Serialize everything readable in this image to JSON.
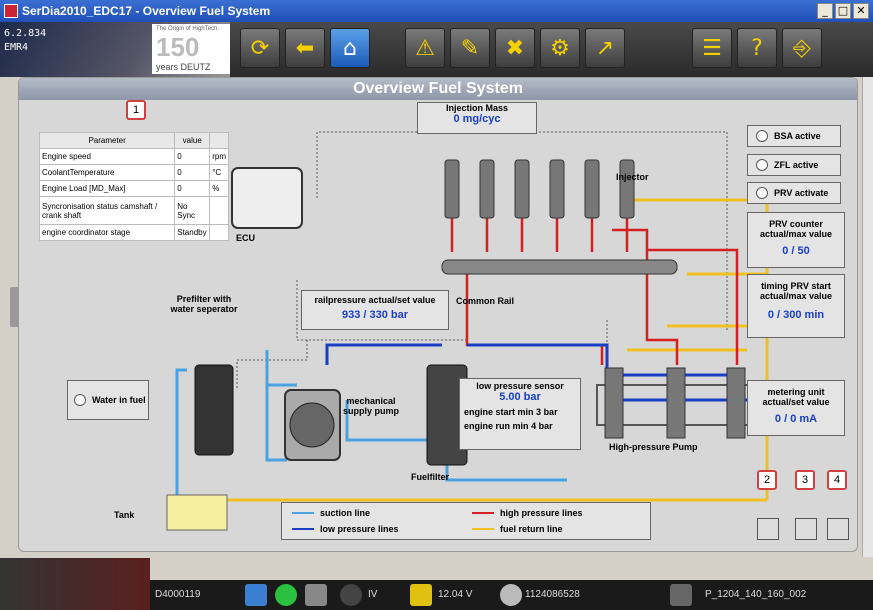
{
  "window": {
    "title": "SerDia2010_EDC17 - Overview Fuel System",
    "btn_min": "_",
    "btn_max": "□",
    "btn_close": "✕"
  },
  "brand": {
    "version": "6.2.834",
    "mode": "EMR4",
    "tagline": "The Origin of HighTech.",
    "anniversary": "150",
    "anniversary_sub": "years DEUTZ"
  },
  "toolbar": {
    "icons": [
      "refresh-icon",
      "back-arrow-icon",
      "home-icon",
      "warning-icon",
      "document-icon",
      "tools-icon",
      "engine-icon",
      "chart-icon",
      "settings-sliders-icon",
      "help-icon",
      "exit-door-icon"
    ],
    "glyphs": [
      "⟳",
      "⬅",
      "⌂",
      "⚠",
      "✎",
      "✖",
      "⚙",
      "↗",
      "☰",
      "?",
      "⎆"
    ]
  },
  "panel": {
    "title": "Overview Fuel System"
  },
  "callouts": [
    "1",
    "2",
    "3",
    "4"
  ],
  "param_table": {
    "headers": [
      "Parameter",
      "value",
      ""
    ],
    "rows": [
      [
        "Engine speed",
        "0",
        "rpm"
      ],
      [
        "CoolantTemperature",
        "0",
        "°C"
      ],
      [
        "Engine Load [MD_Max]",
        "0",
        "%"
      ],
      [
        "Syncronisation status camshaft / crank shaft",
        "No Sync",
        ""
      ],
      [
        "engine coordinator stage",
        "Standby",
        ""
      ]
    ]
  },
  "injection": {
    "label": "Injection Mass",
    "value": "0 mg/cyc"
  },
  "labels": {
    "ecu": "ECU",
    "injector": "Injector",
    "common_rail": "Common Rail",
    "prefilter": "Prefilter with water seperator",
    "water_in_fuel": "Water in fuel",
    "mech_pump": "mechanical supply pump",
    "fuelfilter": "Fuelfilter",
    "hp_pump": "High-pressure Pump",
    "tank": "Tank"
  },
  "railpressure": {
    "label": "railpressure actual/set value",
    "value": "933 / 330 bar"
  },
  "lp_sensor": {
    "label": "low pressure sensor",
    "value": "5.00 bar",
    "start_label": "engine start min",
    "start_val": "3",
    "start_unit": "bar",
    "run_label": "engine run",
    "run_min": "min",
    "run_val": "4",
    "run_unit": "bar"
  },
  "status": {
    "bsa": "BSA active",
    "zfl": "ZFL active",
    "prv": "PRV activate"
  },
  "prv_counter": {
    "label": "PRV counter actual/max value",
    "value": "0 / 50"
  },
  "timing_prv": {
    "label": "timing PRV start actual/max value",
    "value": "0 / 300 min"
  },
  "metering": {
    "label": "metering unit actual/set value",
    "value": "0 / 0 mA"
  },
  "legend": {
    "suction": "suction line",
    "low": "low pressure lines",
    "high": "high pressure lines",
    "return": "fuel return line"
  },
  "colors": {
    "suction": "#4aa3e0",
    "low": "#1a3fc4",
    "high": "#d42020",
    "return": "#f0c020"
  },
  "statusbar": {
    "id": "D4000119",
    "gear": "IV",
    "voltage": "12.04 V",
    "serial": "1124086528",
    "dataset": "P_1204_140_160_002"
  }
}
